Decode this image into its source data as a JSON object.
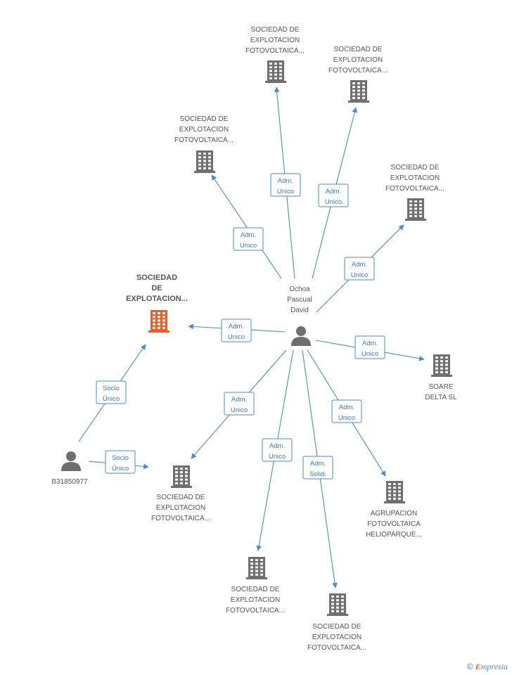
{
  "nodes": [
    {
      "id": "ochoa",
      "kind": "person",
      "highlight": false,
      "label": [
        "Ochoa",
        "Pascual",
        "David"
      ]
    },
    {
      "id": "b318",
      "kind": "person",
      "highlight": false,
      "label": [
        "B31850977"
      ]
    },
    {
      "id": "main",
      "kind": "company",
      "highlight": true,
      "label": [
        "SOCIEDAD",
        "DE",
        "EXPLOTACION..."
      ]
    },
    {
      "id": "c1",
      "kind": "company",
      "highlight": false,
      "label": [
        "SOCIEDAD DE",
        "EXPLOTACION",
        "FOTOVOLTAICA..."
      ]
    },
    {
      "id": "c2",
      "kind": "company",
      "highlight": false,
      "label": [
        "SOCIEDAD DE",
        "EXPLOTACION",
        "FOTOVOLTAICA..."
      ]
    },
    {
      "id": "c3",
      "kind": "company",
      "highlight": false,
      "label": [
        "SOCIEDAD DE",
        "EXPLOTACION",
        "FOTOVOLTAICA..."
      ]
    },
    {
      "id": "c4",
      "kind": "company",
      "highlight": false,
      "label": [
        "SOCIEDAD DE",
        "EXPLOTACION",
        "FOTOVOLTAICA..."
      ]
    },
    {
      "id": "soare",
      "kind": "company",
      "highlight": false,
      "label": [
        "SOARE",
        "DELTA SL"
      ]
    },
    {
      "id": "agr",
      "kind": "company",
      "highlight": false,
      "label": [
        "AGRUPACION",
        "FOTOVOLTAICA",
        "HELIOPARQUE..."
      ]
    },
    {
      "id": "c5",
      "kind": "company",
      "highlight": false,
      "label": [
        "SOCIEDAD DE",
        "EXPLOTACION",
        "FOTOVOLTAICA..."
      ]
    },
    {
      "id": "c6",
      "kind": "company",
      "highlight": false,
      "label": [
        "SOCIEDAD DE",
        "EXPLOTACION",
        "FOTOVOLTAICA..."
      ]
    },
    {
      "id": "c7",
      "kind": "company",
      "highlight": false,
      "label": [
        "SOCIEDAD DE",
        "EXPLOTACION",
        "FOTOVOLTAICA..."
      ]
    }
  ],
  "edges": [
    {
      "from": "ochoa",
      "to": "c1",
      "label": [
        "Adm.",
        "Unico"
      ]
    },
    {
      "from": "ochoa",
      "to": "c2",
      "label": [
        "Adm.",
        "Unico"
      ]
    },
    {
      "from": "ochoa",
      "to": "c3",
      "label": [
        "Adm.",
        "Unico"
      ]
    },
    {
      "from": "ochoa",
      "to": "c4",
      "label": [
        "Adm.",
        "Unico"
      ]
    },
    {
      "from": "ochoa",
      "to": "main",
      "label": [
        "Adm.",
        "Unico"
      ]
    },
    {
      "from": "ochoa",
      "to": "soare",
      "label": [
        "Adm.",
        "Unico"
      ]
    },
    {
      "from": "ochoa",
      "to": "c5",
      "label": [
        "Adm.",
        "Unico"
      ]
    },
    {
      "from": "ochoa",
      "to": "agr",
      "label": [
        "Adm.",
        "Unico"
      ]
    },
    {
      "from": "ochoa",
      "to": "c6",
      "label": [
        "Adm.",
        "Unico"
      ]
    },
    {
      "from": "ochoa",
      "to": "c7",
      "label": [
        "Adm.",
        "Solid."
      ]
    },
    {
      "from": "b318",
      "to": "main",
      "label": [
        "Socio",
        "Único"
      ]
    },
    {
      "from": "b318",
      "to": "c5",
      "label": [
        "Socio",
        "Único"
      ]
    }
  ],
  "colors": {
    "edge": "#4a8ad6",
    "icon": "#6f6f6f",
    "highlight": "#f05a28",
    "label": "#555555"
  },
  "watermark": {
    "copyright": "©",
    "first_letter": "E",
    "rest": "mpresia"
  }
}
